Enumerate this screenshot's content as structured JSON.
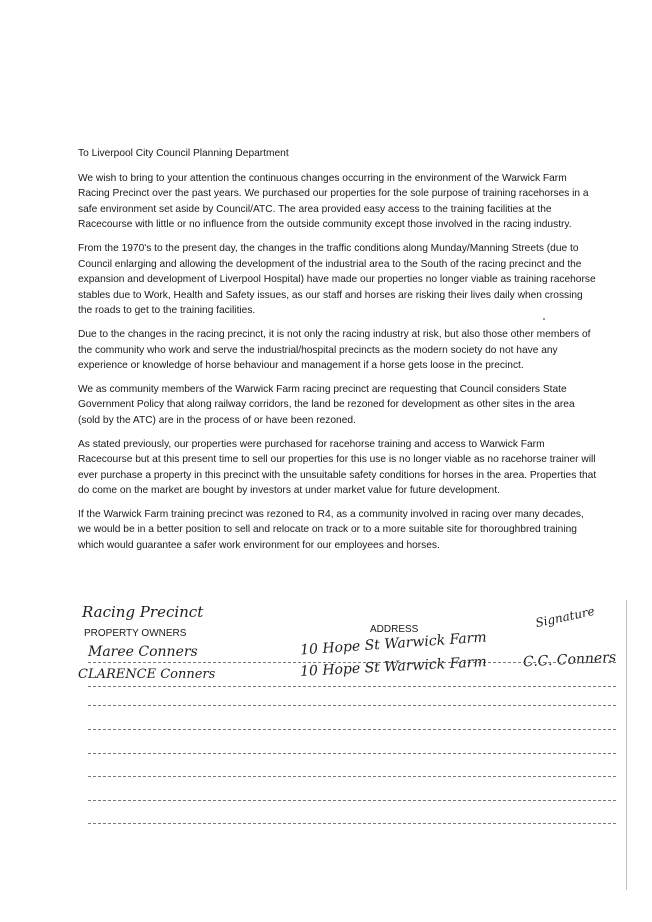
{
  "letter": {
    "heading": "To Liverpool City Council Planning Department",
    "paragraphs": [
      "We wish to bring to your attention the continuous changes occurring in the environment of the Warwick Farm Racing Precinct over the past years. We purchased our properties for the sole purpose of training racehorses in a safe environment set aside by Council/ATC. The area provided easy access to the training facilities at the Racecourse with little or no influence from the outside community except those involved in the racing industry.",
      "From the 1970's to the present day, the changes in the traffic conditions along Munday/Manning Streets (due to Council enlarging and allowing the development of the industrial area to the South of the racing precinct and the expansion and development of Liverpool Hospital) have made our properties no longer viable as training racehorse stables due to Work, Health and Safety issues, as our staff and horses are risking their lives daily when crossing the roads to get to the training facilities.",
      "Due to the changes in the racing precinct, it is not only the racing industry at risk, but also those other members of the community who work and serve the industrial/hospital precincts as the modern society do not have any experience or knowledge of horse behaviour and management if a horse gets loose in the precinct.",
      "We as community members of the Warwick Farm racing precinct are requesting that Council considers State Government Policy that along railway corridors, the land be rezoned for development as other sites in the area (sold by the ATC) are in the process of or have been rezoned.",
      "As stated previously, our properties were purchased for racehorse training and access to Warwick Farm Racecourse but at this present time to sell our properties for this use is no longer viable as no racehorse trainer will ever purchase a property in this precinct with the unsuitable safety conditions for horses in the area. Properties that do come on the market are bought by investors at under market value for future development.",
      "If the Warwick Farm training precinct was rezoned to R4, as a community involved in racing over many decades, we would be in a better position to sell and relocate on track or to a more suitable site for thoroughbred training which would guarantee a safer work environment for our employees and horses."
    ]
  },
  "form": {
    "handwritten_title": "Racing Precinct",
    "owners_label": "PROPERTY OWNERS",
    "address_label": "ADDRESS",
    "signature_label": "Signature",
    "rows": [
      {
        "name": "Maree Conners",
        "address": "10 Hope St Warwick Farm",
        "signature": "C.C. Conners"
      },
      {
        "name": "CLARENCE Conners",
        "address": "10 Hope St Warwick Farm",
        "signature": ""
      }
    ],
    "blank_line_count": 7
  },
  "colors": {
    "ink": "#1a1a1a",
    "handwriting": "#222222",
    "rule": "#7a7a7a"
  }
}
